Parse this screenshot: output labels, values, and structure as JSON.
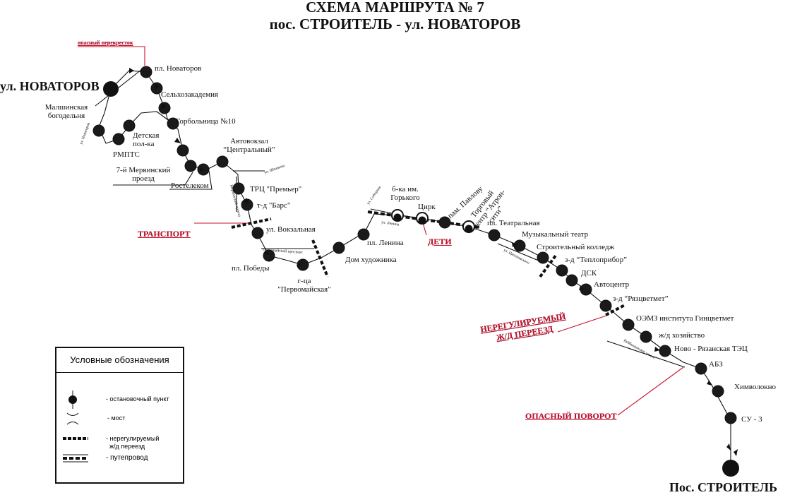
{
  "header": {
    "title_line1": "СХЕМА МАРШРУТА № 7",
    "title_line2": "пос. СТРОИТЕЛЬ - ул. НОВАТОРОВ"
  },
  "termini": {
    "start": "ул. НОВАТОРОВ",
    "end": "Пос. СТРОИТЕЛЬ"
  },
  "stops": {
    "pl_novatorov": "пл. Новаторов",
    "selkhozakademiya": "Сельхозакадемия",
    "gorbolnitsa": "Горбольница №10",
    "malshinskaya": "Малшинская богодельня",
    "detskaya": "Детская пол-ка",
    "rmpts": "РМПТС",
    "merv": "7-й Мервинский проезд",
    "avtovokzal": "Автовокзал “Центральный”",
    "rostelekom": "Ростелеком",
    "trc_premier": "ТРЦ \"Премьер\"",
    "td_bars": "т-д \"Барс\"",
    "vokzalnaya": "ул. Вокзальная",
    "pl_pobedy": "пл. Победы",
    "gostinitsa": "г-ца \"Первомайская\"",
    "dom_hud": "Дом художника",
    "pl_lenina": "пл. Ленина",
    "biblioteka": "б-ка им. Горького",
    "tsirk": "Цирк",
    "pam_pavlovu": "пам. Павлову",
    "atron": "Торговый центр “Атрон-сити”",
    "teatralnaya": "пл. Театральная",
    "muz_teatr": "Музыкальный театр",
    "stroit_kolledzh": "Строительный колледж",
    "teplopribor": "з-д “Теплоприбор”",
    "dsk": "ДСК",
    "avtocentr": "Автоцентр",
    "ryaztsvetmet": "з-д “Рязцветмет”",
    "oemz": "ОЭМЗ института Гинцветмет",
    "zhd_hoz": "ж/д хозяйство",
    "novo_tec": "Ново - Рязанская ТЭЦ",
    "abz": "АБЗ",
    "himvolokno": "Химволокно",
    "su3": "СУ - 3"
  },
  "streets": {
    "ul_novatorov_small": "ул. Новаторов",
    "ul_sheshkova": "ул. Шешкова",
    "mervinsky": "Мервинский проезд",
    "pervomaisky": "Первомайский проспект",
    "sobornaya": "ул. Соборная",
    "lenina": "ул. Ленина",
    "pravoslavnaya": "ул. Циолковского",
    "kuybyshevskoe": "Куйбышевское шоссе"
  },
  "warnings": {
    "dangerous_crossing": "опасный перекресток",
    "transport": "ТРАНСПОРТ",
    "children": "ДЕТИ",
    "unregulated_rail": "НЕРЕГУЛИРУЕМЫЙ Ж/Д ПЕРЕЕЗД",
    "unregulated_rail_line1": "НЕРЕГУЛИРУЕМЫЙ",
    "unregulated_rail_line2": "Ж/Д ПЕРЕЕЗД",
    "dangerous_turn": "ОПАСНЫЙ ПОВОРОТ"
  },
  "legend": {
    "title": "Условные обозначения",
    "stop": "- остановочный пункт",
    "bridge": "- мост",
    "rail_crossing_line1": "- нерегулируемый",
    "rail_crossing_line2": "ж/д переезд",
    "overpass": "- путепровод"
  },
  "colors": {
    "route_line": "#111111",
    "stop_fill": "#1a1a1a",
    "warning_red": "#c8102e"
  }
}
